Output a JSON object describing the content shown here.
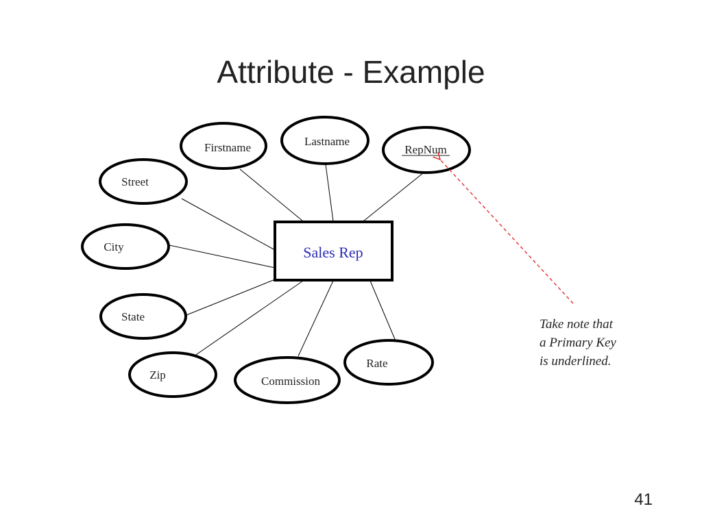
{
  "slide": {
    "title": "Attribute - Example",
    "page_number": "41"
  },
  "diagram": {
    "entity": "Sales Rep",
    "attributes": [
      {
        "name": "Firstname",
        "primary_key": false
      },
      {
        "name": "Lastname",
        "primary_key": false
      },
      {
        "name": "RepNum",
        "primary_key": true
      },
      {
        "name": "Street",
        "primary_key": false
      },
      {
        "name": "City",
        "primary_key": false
      },
      {
        "name": "State",
        "primary_key": false
      },
      {
        "name": "Zip",
        "primary_key": false
      },
      {
        "name": "Commission",
        "primary_key": false
      },
      {
        "name": "Rate",
        "primary_key": false
      }
    ],
    "note_lines": [
      "Take note that",
      "a Primary Key",
      "is underlined."
    ],
    "colors": {
      "entity_text": "#2a2ab8",
      "note_arrow": "#e02020"
    }
  }
}
